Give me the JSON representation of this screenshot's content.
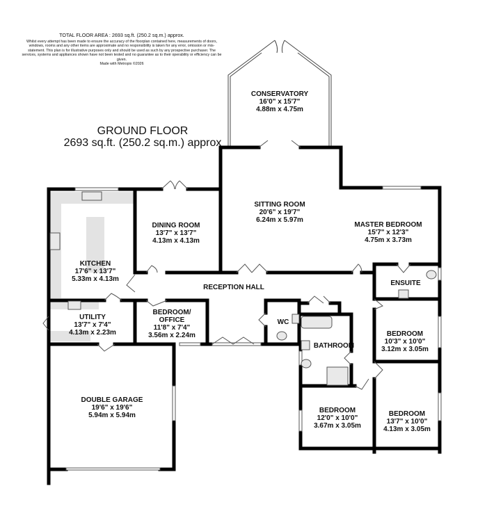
{
  "header": {
    "total_area": "TOTAL FLOOR AREA : 2693 sq.ft. (250.2 sq.m.) approx.",
    "disclaimer": "Whilst every attempt has been made to ensure the accuracy of the floorplan contained here, measurements of doors, windows, rooms and any other items are approximate and no responsibility is taken for any error, omission or mis-statement. This plan is for illustrative purposes only and should be used as such by any prospective purchaser. The services, systems and appliances shown have not been tested and no guarantee as to their operability or efficiency can be given.",
    "made_with": "Made with Metropix ©2026"
  },
  "floor": {
    "name": "GROUND FLOOR",
    "area": "2693 sq.ft. (250.2 sq.m.) approx"
  },
  "rooms": [
    {
      "name": "CONSERVATORY",
      "imperial": "16'0\"  x 15'7\"",
      "metric": "4.88m  x 4.75m"
    },
    {
      "name": "SITTING ROOM",
      "imperial": "20'6\"  x 19'7\"",
      "metric": "6.24m  x 5.97m"
    },
    {
      "name": "DINING ROOM",
      "imperial": "13'7\"  x 13'7\"",
      "metric": "4.13m  x 4.13m"
    },
    {
      "name": "MASTER BEDROOM",
      "imperial": "15'7\"  x 12'3\"",
      "metric": "4.75m  x 3.73m"
    },
    {
      "name": "KITCHEN",
      "imperial": "17'6\"  x 13'7\"",
      "metric": "5.33m  x 4.13m"
    },
    {
      "name": "ENSUITE",
      "imperial": "",
      "metric": ""
    },
    {
      "name": "RECEPTION HALL",
      "imperial": "",
      "metric": ""
    },
    {
      "name": "UTILITY",
      "imperial": "13'7\"  x 7'4\"",
      "metric": "4.13m  x 2.23m"
    },
    {
      "name": "BEDROOM/\nOFFICE",
      "line1": "BEDROOM/",
      "line2": "OFFICE",
      "imperial": "11'8\"  x 7'4\"",
      "metric": "3.56m  x 2.24m"
    },
    {
      "name": "WC",
      "imperial": "",
      "metric": ""
    },
    {
      "name": "BATHROOM",
      "imperial": "",
      "metric": ""
    },
    {
      "name": "BEDROOM",
      "imperial": "10'3\"  x 10'0\"",
      "metric": "3.12m  x 3.05m"
    },
    {
      "name": "DOUBLE GARAGE",
      "imperial": "19'6\"  x 19'6\"",
      "metric": "5.94m  x 5.94m"
    },
    {
      "name": "BEDROOM",
      "imperial": "12'0\"  x 10'0\"",
      "metric": "3.67m  x 3.05m"
    },
    {
      "name": "BEDROOM",
      "imperial": "13'7\"  x 10'0\"",
      "metric": "4.13m  x 3.05m"
    }
  ],
  "colors": {
    "wall": "#000000",
    "fixture_fill": "#e3e3e3",
    "window": "#ffffff",
    "background": "#ffffff"
  }
}
